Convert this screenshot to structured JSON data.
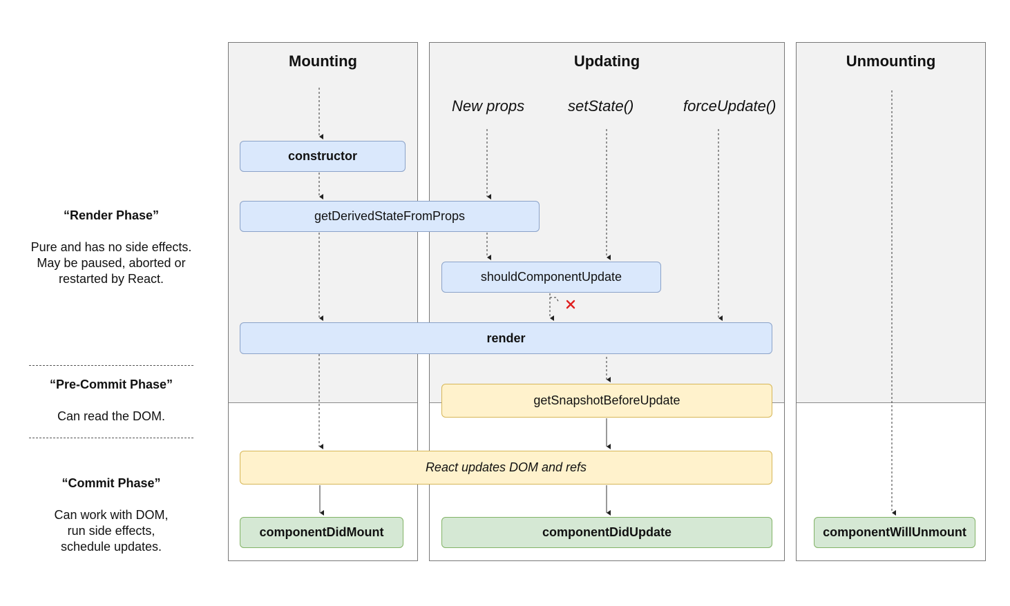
{
  "columns": {
    "mounting": "Mounting",
    "updating": "Updating",
    "unmounting": "Unmounting"
  },
  "triggers": {
    "new_props": "New props",
    "set_state": "setState()",
    "force_update": "forceUpdate()"
  },
  "methods": {
    "constructor": "constructor",
    "get_derived_state": "getDerivedStateFromProps",
    "should_component_update": "shouldComponentUpdate",
    "render": "render",
    "get_snapshot": "getSnapshotBeforeUpdate",
    "react_updates_dom": "React updates DOM and refs",
    "component_did_mount": "componentDidMount",
    "component_did_update": "componentDidUpdate",
    "component_will_unmount": "componentWillUnmount"
  },
  "phases": {
    "render": {
      "title": "“Render Phase”",
      "lines": [
        "Pure and has no side effects.",
        "May be paused, aborted or",
        "restarted by React."
      ]
    },
    "pre_commit": {
      "title": "“Pre-Commit Phase”",
      "lines": [
        "Can read the DOM."
      ]
    },
    "commit": {
      "title": "“Commit Phase”",
      "lines": [
        "Can work with DOM,",
        "run side effects,",
        "schedule updates."
      ]
    }
  },
  "colors": {
    "render_box": "#dae8fc",
    "commit_dom_box": "#fff2cc",
    "did_box": "#d5e8d4",
    "phase_shade": "#f2f2f2",
    "skip_mark": "#e02020"
  },
  "icons": {
    "skip": "cross-icon"
  }
}
